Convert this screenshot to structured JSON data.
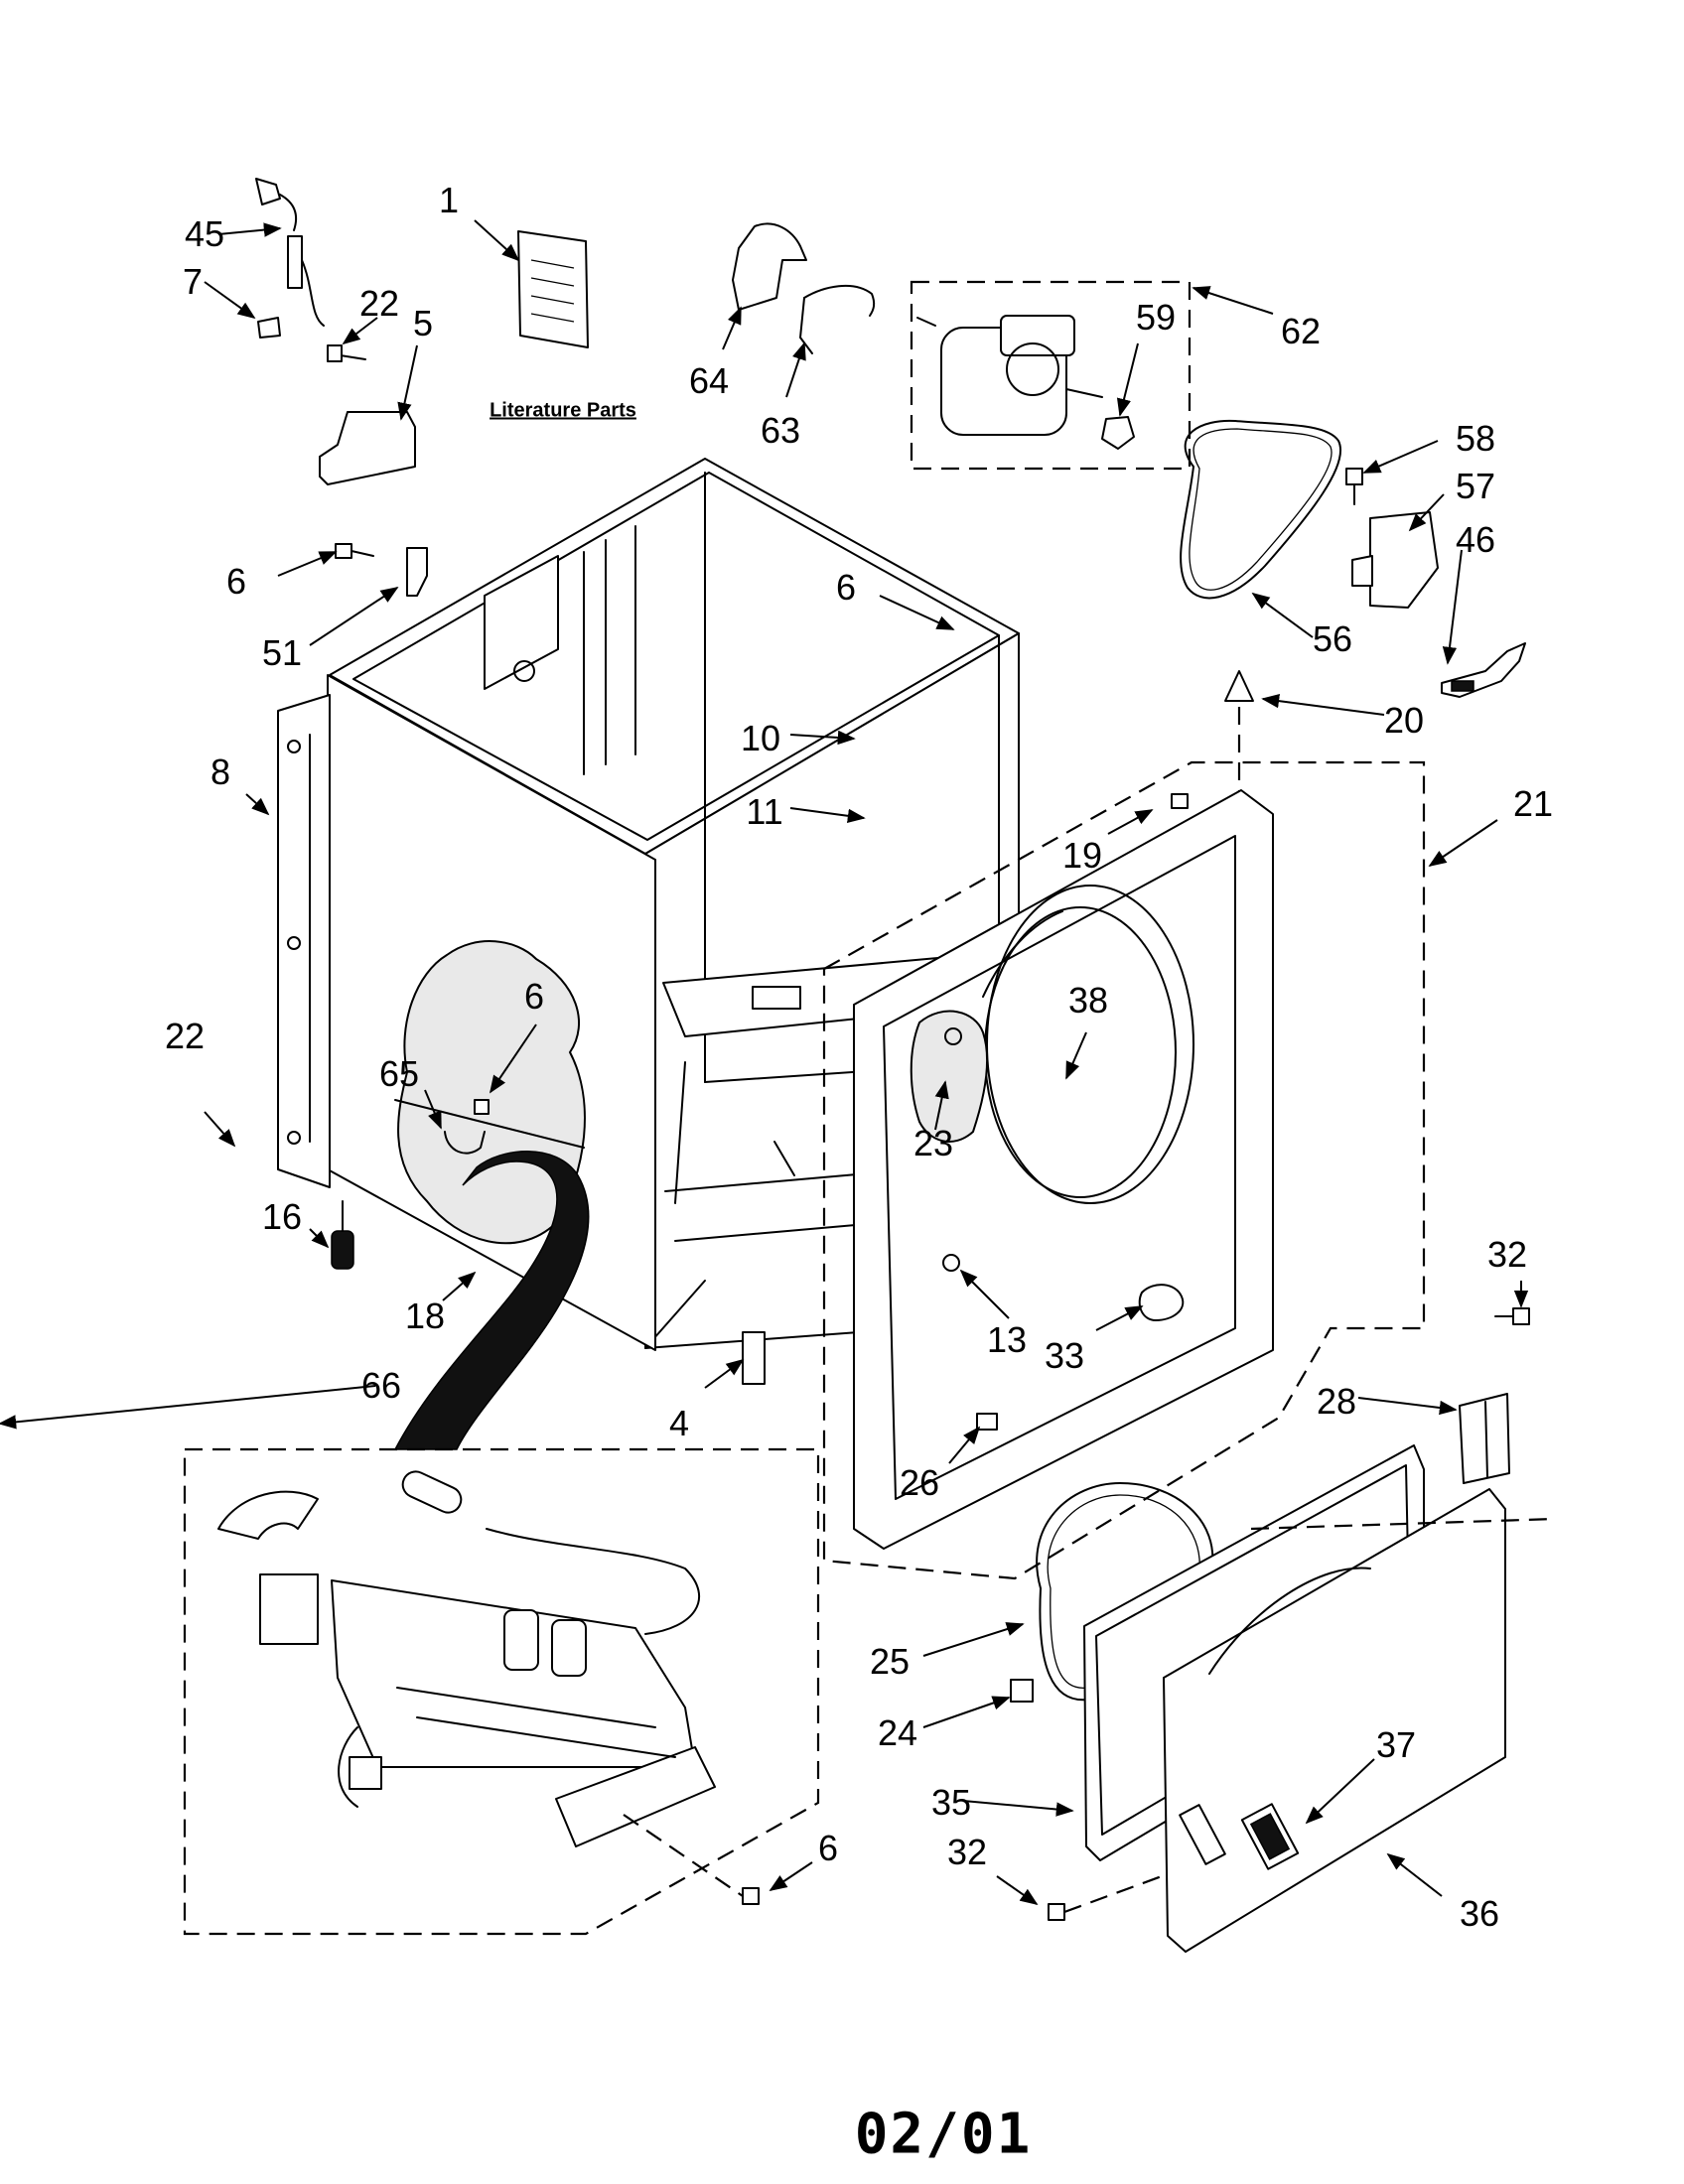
{
  "diagram": {
    "literature_label": "Literature Parts",
    "footer_code": "02/01",
    "callouts": [
      "1",
      "45",
      "7",
      "22",
      "5",
      "64",
      "63",
      "62",
      "59",
      "58",
      "57",
      "46",
      "6",
      "51",
      "56",
      "20",
      "21",
      "8",
      "10",
      "11",
      "19",
      "6",
      "65",
      "22",
      "16",
      "18",
      "38",
      "23",
      "13",
      "33",
      "32",
      "28",
      "66",
      "4",
      "26",
      "25",
      "24",
      "37",
      "35",
      "36",
      "32",
      "6",
      "6"
    ]
  }
}
